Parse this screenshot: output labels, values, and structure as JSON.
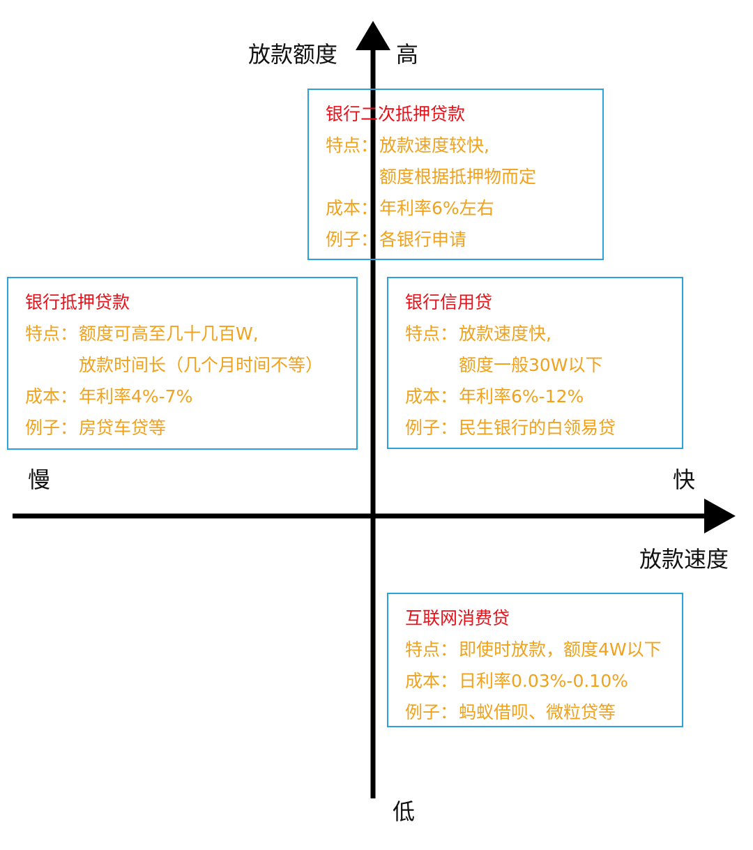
{
  "axes": {
    "y_title": "放款额度",
    "y_high": "高",
    "y_low": "低",
    "x_title": "放款速度",
    "x_slow": "慢",
    "x_fast": "快"
  },
  "colors": {
    "title": "#e8111a",
    "body": "#f0a21c",
    "border": "#2aa3dc",
    "axis": "#000000"
  },
  "quadrants": {
    "top": {
      "title": "银行二次抵押贷款",
      "feature_label": "特点：",
      "feature_1": "放款速度较快,",
      "feature_2": "额度根据抵押物而定",
      "cost_label": "成本：",
      "cost": "年利率6%左右",
      "example_label": "例子：",
      "example": "各银行申请"
    },
    "left": {
      "title": "银行抵押贷款",
      "feature_label": "特点：",
      "feature_1": "额度可高至几十几百W,",
      "feature_2": "放款时间长（几个月时间不等）",
      "cost_label": "成本：",
      "cost": "年利率4%-7%",
      "example_label": "例子：",
      "example": "房贷车贷等"
    },
    "right": {
      "title": "银行信用贷",
      "feature_label": "特点：",
      "feature_1": "放款速度快,",
      "feature_2": "额度一般30W以下",
      "cost_label": "成本：",
      "cost": "年利率6%-12%",
      "example_label": "例子：",
      "example": "民生银行的白领易贷"
    },
    "bottom": {
      "title": "互联网消费贷",
      "feature_label": "特点：",
      "feature_1": "即使时放款，额度4W以下",
      "cost_label": "成本：",
      "cost": "日利率0.03%-0.10%",
      "example_label": "例子：",
      "example": "蚂蚁借呗、微粒贷等"
    }
  }
}
